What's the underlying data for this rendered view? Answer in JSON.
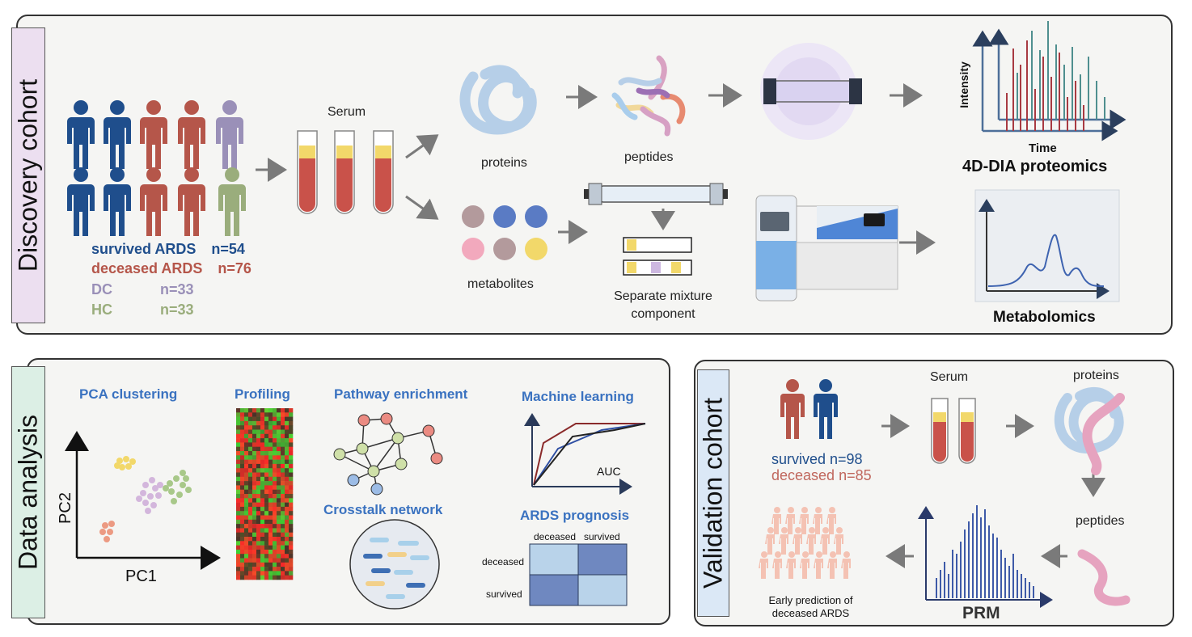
{
  "discovery": {
    "label": "Discovery cohort",
    "serum": "Serum",
    "groups": [
      {
        "name": "survived ARDS",
        "n": "n=54",
        "color": "#1f4e8c"
      },
      {
        "name": "deceased ARDS",
        "n": "n=76",
        "color": "#b5564a"
      },
      {
        "name": "DC",
        "n": "n=33",
        "color": "#9a90b8"
      },
      {
        "name": "HC",
        "n": "n=33",
        "color": "#9aad7c"
      }
    ],
    "proteins": "proteins",
    "peptides": "peptides",
    "metabolites": "metabolites",
    "separate_line1": "Separate mixture",
    "separate_line2": "component",
    "intensity": "Intensity",
    "time": "Time",
    "proteomics_title": "4D-DIA proteomics",
    "metabolomics_title": "Metabolomics"
  },
  "analysis": {
    "label": "Data analysis",
    "pca": "PCA clustering",
    "pc1": "PC1",
    "pc2": "PC2",
    "profiling": "Profiling",
    "pathway": "Pathway enrichment",
    "crosstalk": "Crosstalk network",
    "ml": "Machine learning",
    "auc": "AUC",
    "prognosis": "ARDS prognosis",
    "col_deceased": "deceased",
    "col_survived": "survived",
    "row_deceased": "deceased",
    "row_survived": "survived"
  },
  "validation": {
    "label": "Validation cohort",
    "serum": "Serum",
    "proteins": "proteins",
    "survived": "survived n=98",
    "deceased": "deceased n=85",
    "peptides": "peptides",
    "prm": "PRM",
    "early_line1": "Early prediction of",
    "early_line2": "deceased ARDS"
  },
  "colors": {
    "survived": "#1f4e8c",
    "deceased": "#b5564a",
    "dc": "#9a90b8",
    "hc": "#9aad7c",
    "section_title": "#3a72c0",
    "discovery_label_bg": "#ecdff0",
    "analysis_label_bg": "#dcefe5",
    "validation_label_bg": "#dbe8f6"
  }
}
